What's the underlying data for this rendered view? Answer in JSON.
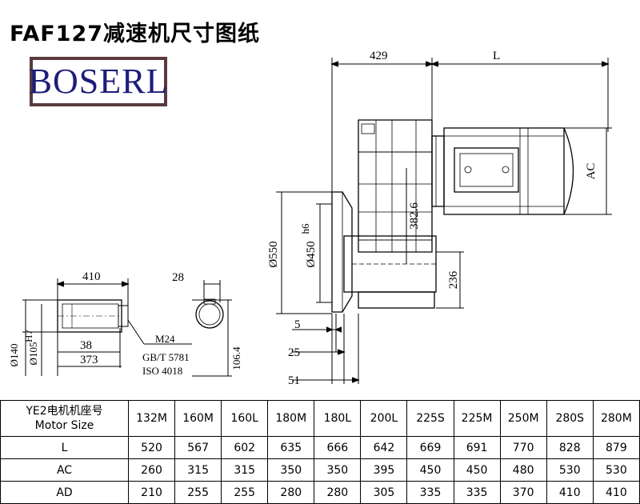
{
  "title": "FAF127减速机尺寸图纸",
  "logo_text": "BOSERL",
  "dimensions": {
    "d429": "429",
    "L": "L",
    "AC": "AC",
    "d382_6": "382.6",
    "d550": "Ø550",
    "d450": "Ø450",
    "d450_tol": "h6",
    "d236": "236",
    "d5": "5",
    "d25": "25",
    "d51": "51",
    "d410": "410",
    "d28": "28",
    "d38": "38",
    "d373": "373",
    "d140": "Ø140",
    "d105": "Ø105",
    "d105_tol": "H7",
    "d106_4": "106.4",
    "note1": "M24",
    "note2": "GB/T 5781",
    "note3": "ISO 4018"
  },
  "table": {
    "header_line1": "YE2电机机座号",
    "header_line2": "Motor Size",
    "motor_sizes": [
      "132M",
      "160M",
      "160L",
      "180M",
      "180L",
      "200L",
      "225S",
      "225M",
      "250M",
      "280S",
      "280M"
    ],
    "rows": [
      {
        "label": "L",
        "values": [
          "520",
          "567",
          "602",
          "635",
          "666",
          "642",
          "669",
          "691",
          "770",
          "828",
          "879"
        ]
      },
      {
        "label": "AC",
        "values": [
          "260",
          "315",
          "315",
          "350",
          "350",
          "395",
          "450",
          "450",
          "480",
          "530",
          "530"
        ]
      },
      {
        "label": "AD",
        "values": [
          "210",
          "255",
          "255",
          "280",
          "280",
          "305",
          "335",
          "335",
          "370",
          "410",
          "410"
        ]
      }
    ]
  }
}
